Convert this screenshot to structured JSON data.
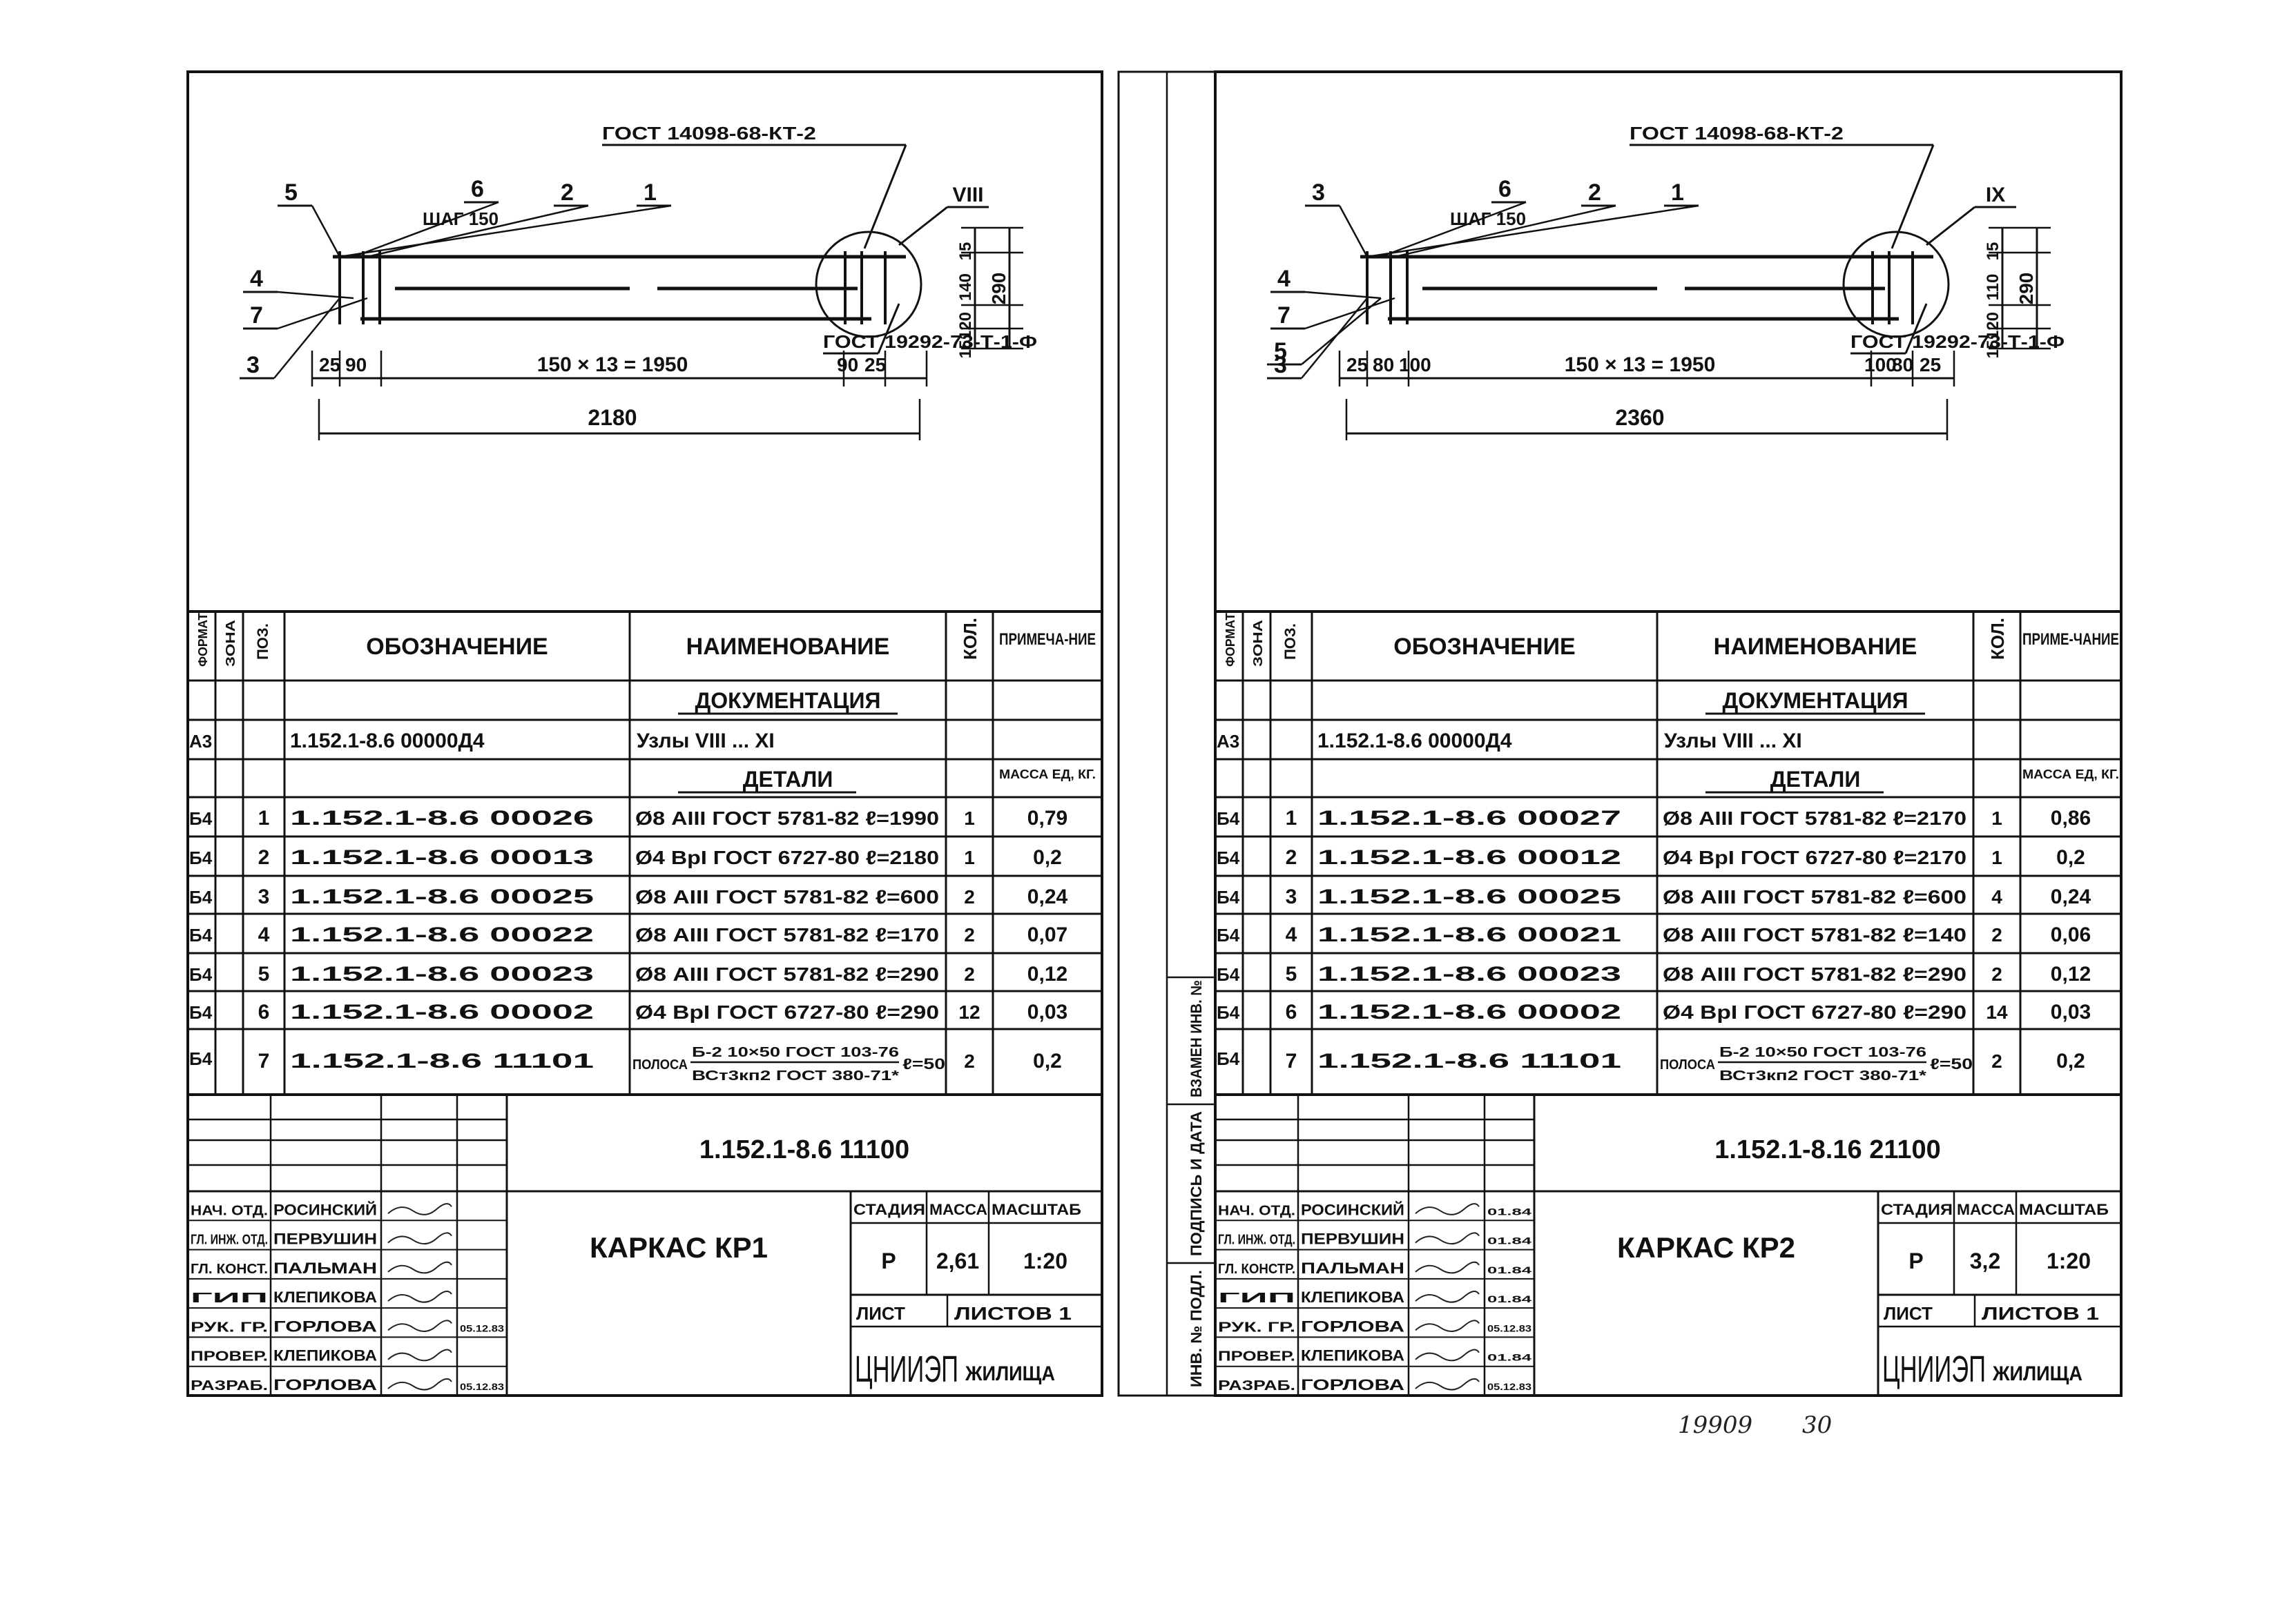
{
  "sheets": [
    {
      "drawing": {
        "gost_top": "ГОСТ 14098-68-КТ-2",
        "gost_bottom": "ГОСТ 19292-73-Т-1-Ф",
        "node_label": "VIII",
        "step_label": "ШАГ 150",
        "callouts": [
          "5",
          "6",
          "2",
          "1",
          "4",
          "7",
          "3"
        ],
        "dims_left": [
          "25",
          "90"
        ],
        "dims_right": [
          "90",
          "25"
        ],
        "span_label": "150 × 13 = 1950",
        "total_label": "2180",
        "vertical_dims": [
          "15",
          "140",
          "120",
          "15"
        ],
        "height_label": "290"
      },
      "spec": {
        "headers": [
          "ФОРМАТ",
          "ЗОНА",
          "ПОЗ.",
          "ОБОЗНАЧЕНИЕ",
          "НАИМЕНОВАНИЕ",
          "КОЛ.",
          "ПРИМЕЧА-НИЕ"
        ],
        "section_doc": "ДОКУМЕНТАЦИЯ",
        "doc_row": {
          "format": "А3",
          "designation": "1.152.1-8.6  00000Д4",
          "name": "Узлы VIII ... XI"
        },
        "section_parts": "ДЕТАЛИ",
        "mass_note": "МАССА ЕД, КГ.",
        "rows": [
          {
            "format": "Б4",
            "pos": "1",
            "designation": "1.152.1-8.6  00026",
            "name": "Ø8 АIII ГОСТ 5781-82  ℓ=1990",
            "qty": "1",
            "note": "0,79"
          },
          {
            "format": "Б4",
            "pos": "2",
            "designation": "1.152.1-8.6  00013",
            "name": "Ø4 ВрI ГОСТ 6727-80  ℓ=2180",
            "qty": "1",
            "note": "0,2"
          },
          {
            "format": "Б4",
            "pos": "3",
            "designation": "1.152.1-8.6  00025",
            "name": "Ø8 АIII ГОСТ 5781-82  ℓ=600",
            "qty": "2",
            "note": "0,24"
          },
          {
            "format": "Б4",
            "pos": "4",
            "designation": "1.152.1-8.6  00022",
            "name": "Ø8 АIII ГОСТ 5781-82  ℓ=170",
            "qty": "2",
            "note": "0,07"
          },
          {
            "format": "Б4",
            "pos": "5",
            "designation": "1.152.1-8.6  00023",
            "name": "Ø8 АIII ГОСТ 5781-82  ℓ=290",
            "qty": "2",
            "note": "0,12"
          },
          {
            "format": "Б4",
            "pos": "6",
            "designation": "1.152.1-8.6  00002",
            "name": "Ø4 ВрI ГОСТ 6727-80  ℓ=290",
            "qty": "12",
            "note": "0,03"
          }
        ],
        "strip_row": {
          "format": "Б4",
          "pos": "7",
          "designation": "1.152.1-8.6  11101",
          "prefix": "ПОЛОСА",
          "top": "Б-2 10×50 ГОСТ 103-76",
          "bottom": "ВСт3кп2 ГОСТ 380-71*",
          "len": "ℓ=50",
          "qty": "2",
          "note": "0,2"
        }
      },
      "title": {
        "code": "1.152.1-8.6  11100",
        "name": "КАРКАС КР1",
        "stage_label": "СТАДИЯ",
        "mass_label": "МАССА",
        "scale_label": "МАСШТАБ",
        "stage": "Р",
        "mass": "2,61",
        "scale": "1:20",
        "sheet_label": "ЛИСТ",
        "sheets_label": "ЛИСТОВ 1",
        "org_main": "ЦНИИЭП",
        "org_sub": "ЖИЛИЩА",
        "staff": [
          {
            "role": "НАЧ. ОТД.",
            "name": "РОСИНСКИЙ",
            "date": ""
          },
          {
            "role": "ГЛ. ИНЖ. ОТД.",
            "name": "ПЕРВУШИН",
            "date": ""
          },
          {
            "role": "ГЛ. КОНСТ.",
            "name": "ПАЛЬМАН",
            "date": ""
          },
          {
            "role": "ГИП",
            "name": "КЛЕПИКОВА",
            "date": ""
          },
          {
            "role": "РУК. ГР.",
            "name": "ГОРЛОВА",
            "date": "05.12.83"
          },
          {
            "role": "ПРОВЕР.",
            "name": "КЛЕПИКОВА",
            "date": ""
          },
          {
            "role": "РАЗРАБ.",
            "name": "ГОРЛОВА",
            "date": "05.12.83"
          }
        ]
      }
    },
    {
      "drawing": {
        "gost_top": "ГОСТ 14098-68-КТ-2",
        "gost_bottom": "ГОСТ 19292-73-Т-1-Ф",
        "node_label": "IX",
        "step_label": "ШАГ 150",
        "callouts": [
          "3",
          "6",
          "2",
          "1",
          "4",
          "7",
          "3",
          "5"
        ],
        "dims_left": [
          "25",
          "80",
          "100"
        ],
        "dims_right": [
          "100",
          "80",
          "25"
        ],
        "span_label": "150 × 13 = 1950",
        "total_label": "2360",
        "vertical_dims": [
          "15",
          "110",
          "120",
          "15"
        ],
        "height_label": "290"
      },
      "spec": {
        "headers": [
          "ФОРМАТ",
          "ЗОНА",
          "ПОЗ.",
          "ОБОЗНАЧЕНИЕ",
          "НАИМЕНОВАНИЕ",
          "КОЛ.",
          "ПРИМЕ-ЧАНИЕ"
        ],
        "section_doc": "ДОКУМЕНТАЦИЯ",
        "doc_row": {
          "format": "А3",
          "designation": "1.152.1-8.6  00000Д4",
          "name": "Узлы VIII ... XI"
        },
        "section_parts": "ДЕТАЛИ",
        "mass_note": "МАССА ЕД, КГ.",
        "rows": [
          {
            "format": "Б4",
            "pos": "1",
            "designation": "1.152.1-8.6  00027",
            "name": "Ø8 АIII ГОСТ 5781-82  ℓ=2170",
            "qty": "1",
            "note": "0,86"
          },
          {
            "format": "Б4",
            "pos": "2",
            "designation": "1.152.1-8.6  00012",
            "name": "Ø4 ВрI ГОСТ 6727-80  ℓ=2170",
            "qty": "1",
            "note": "0,2"
          },
          {
            "format": "Б4",
            "pos": "3",
            "designation": "1.152.1-8.6  00025",
            "name": "Ø8 АIII ГОСТ 5781-82  ℓ=600",
            "qty": "4",
            "note": "0,24"
          },
          {
            "format": "Б4",
            "pos": "4",
            "designation": "1.152.1-8.6  00021",
            "name": "Ø8 АIII ГОСТ 5781-82  ℓ=140",
            "qty": "2",
            "note": "0,06"
          },
          {
            "format": "Б4",
            "pos": "5",
            "designation": "1.152.1-8.6  00023",
            "name": "Ø8 АIII ГОСТ 5781-82  ℓ=290",
            "qty": "2",
            "note": "0,12"
          },
          {
            "format": "Б4",
            "pos": "6",
            "designation": "1.152.1-8.6  00002",
            "name": "Ø4 ВрI ГОСТ 6727-80  ℓ=290",
            "qty": "14",
            "note": "0,03"
          }
        ],
        "strip_row": {
          "format": "Б4",
          "pos": "7",
          "designation": "1.152.1-8.6  11101",
          "prefix": "ПОЛОСА",
          "top": "Б-2 10×50 ГОСТ 103-76",
          "bottom": "ВСт3кп2 ГОСТ 380-71*",
          "len": "ℓ=50",
          "qty": "2",
          "note": "0,2"
        }
      },
      "title": {
        "code": "1.152.1-8.16  21100",
        "name": "КАРКАС КР2",
        "stage_label": "СТАДИЯ",
        "mass_label": "МАССА",
        "scale_label": "МАСШТАБ",
        "stage": "Р",
        "mass": "3,2",
        "scale": "1:20",
        "sheet_label": "ЛИСТ",
        "sheets_label": "ЛИСТОВ 1",
        "org_main": "ЦНИИЭП",
        "org_sub": "ЖИЛИЩА",
        "staff": [
          {
            "role": "НАЧ. ОТД.",
            "name": "РОСИНСКИЙ",
            "date": "01.84"
          },
          {
            "role": "ГЛ. ИНЖ. ОТД.",
            "name": "ПЕРВУШИН",
            "date": "01.84"
          },
          {
            "role": "ГЛ. КОНСТР.",
            "name": "ПАЛЬМАН",
            "date": "01.84"
          },
          {
            "role": "ГИП",
            "name": "КЛЕПИКОВА",
            "date": "01.84"
          },
          {
            "role": "РУК. ГР.",
            "name": "ГОРЛОВА",
            "date": "05.12.83"
          },
          {
            "role": "ПРОВЕР.",
            "name": "КЛЕПИКОВА",
            "date": "01.84"
          },
          {
            "role": "РАЗРАБ.",
            "name": "ГОРЛОВА",
            "date": "05.12.83"
          }
        ]
      }
    }
  ],
  "side_strip": {
    "inv_orig": "ИНВ. № ПОДЛ.",
    "sign_date": "ПОДПИСЬ И ДАТА",
    "replace_inv": "ВЗАМЕН ИНВ. №"
  },
  "footer": {
    "archive_no": "19909",
    "page_no": "30"
  }
}
